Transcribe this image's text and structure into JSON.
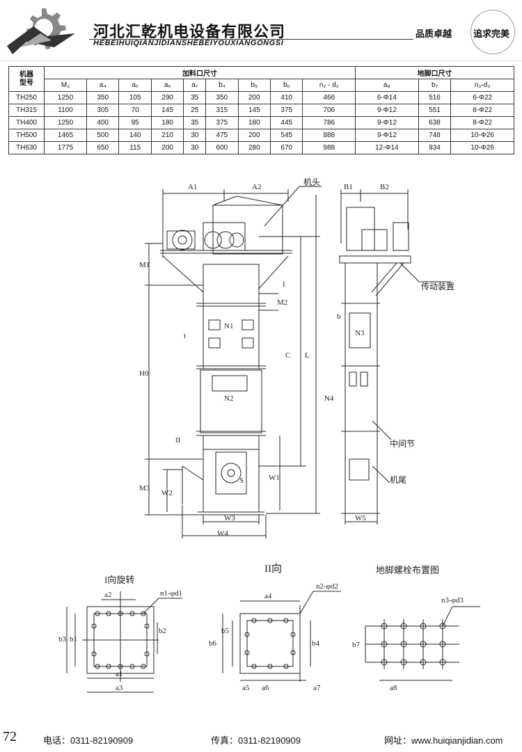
{
  "header": {
    "company_cn": "河北汇乾机电设备有限公司",
    "company_en": "HEBEIHUIQIANJIDIANSHEBEIYOUXIANGONGSI",
    "slogan_1": "品质卓越",
    "slogan_2": "追求完美"
  },
  "table": {
    "model_header_line1": "机器",
    "model_header_line2": "型号",
    "group_feed": "加料口尺寸",
    "group_foot": "地脚口尺寸",
    "columns": [
      "M₃",
      "a₄",
      "a₅",
      "a₆",
      "a₇",
      "b₄",
      "b₅",
      "b₆",
      "n₂ - d₂",
      "a₈",
      "b₇",
      "n₃-d₃"
    ],
    "rows": [
      [
        "TH250",
        "1250",
        "350",
        "105",
        "290",
        "35",
        "350",
        "200",
        "410",
        "466",
        "6-Φ14",
        "516",
        "6-Φ22"
      ],
      [
        "TH315",
        "1100",
        "305",
        "70",
        "145",
        "25",
        "315",
        "145",
        "375",
        "706",
        "9-Φ12",
        "551",
        "8-Φ22"
      ],
      [
        "TH400",
        "1250",
        "400",
        "95",
        "180",
        "35",
        "375",
        "180",
        "445",
        "786",
        "9-Φ12",
        "638",
        "8-Φ22"
      ],
      [
        "TH500",
        "1465",
        "500",
        "140",
        "210",
        "30",
        "475",
        "200",
        "545",
        "888",
        "9-Φ12",
        "748",
        "10-Φ26"
      ],
      [
        "TH630",
        "1775",
        "650",
        "115",
        "200",
        "30",
        "600",
        "280",
        "670",
        "988",
        "12-Φ14",
        "934",
        "10-Φ26"
      ]
    ]
  },
  "drawing": {
    "labels": {
      "A1": "A1",
      "A2": "A2",
      "B1": "B1",
      "B2": "B2",
      "head": "机头",
      "drive": "传动装置",
      "middle": "中间节",
      "tail": "机尾",
      "M1": "M1",
      "M2": "M2",
      "M3": "M3",
      "H0": "H0",
      "C": "C",
      "L": "L",
      "N1": "N1",
      "N2": "N2",
      "N3": "N3",
      "N4": "N4",
      "t": "t",
      "b": "b",
      "I": "I",
      "II": "II",
      "W1": "W1",
      "W2": "W2",
      "W3": "W3",
      "W4": "W4",
      "W5": "W5",
      "S": "S"
    },
    "views": {
      "view1_title": "I向旋转",
      "view2_title": "II向",
      "view3_title": "地脚螺栓布置图",
      "v1": {
        "a2": "a2",
        "n1d1": "n1-φd1",
        "b3": "b3",
        "b1": "b1",
        "b2": "b2",
        "a1": "a1",
        "a3": "a3"
      },
      "v2": {
        "a4": "a4",
        "n2d2": "n2-φd2",
        "b6": "b6",
        "b5": "b5",
        "b4": "b4",
        "a5": "a5",
        "a6": "a6",
        "a7": "a7"
      },
      "v3": {
        "n3d3": "n3-φd3",
        "b7": "b7",
        "a8": "a8"
      }
    }
  },
  "footer": {
    "page_number": "72",
    "tel": "电话：0311-82190909",
    "fax": "传真：0311-82190909",
    "web": "网址：www.huiqianjidian.com"
  }
}
